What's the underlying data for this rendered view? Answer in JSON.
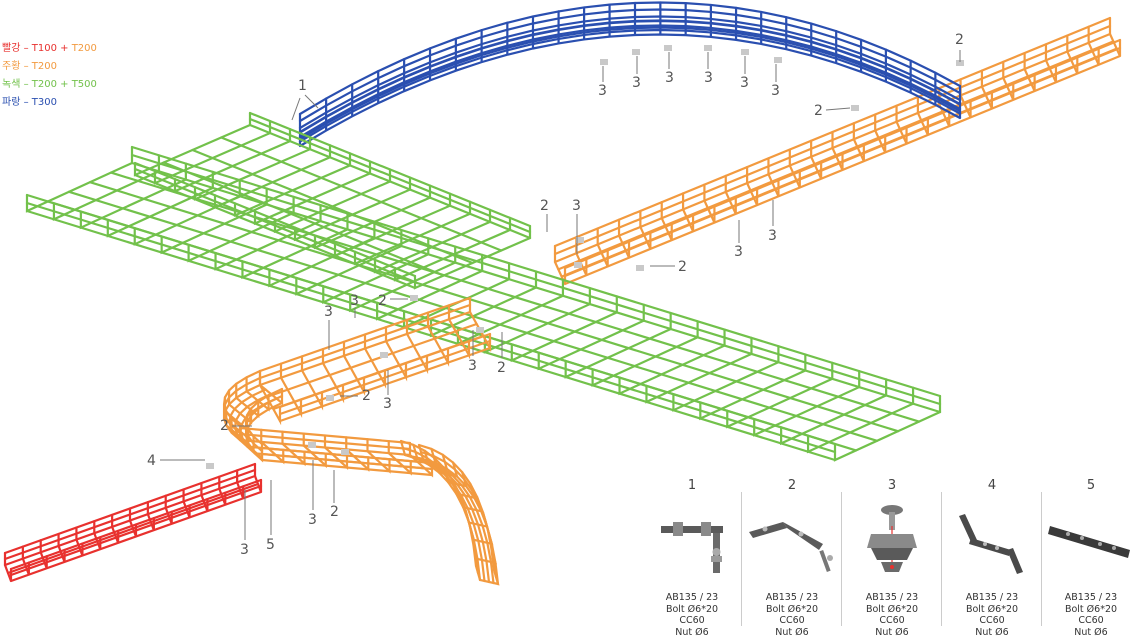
{
  "legend": {
    "items": [
      {
        "name": "빨강",
        "parts": [
          {
            "text": "빨강 – T100",
            "color": "#e8312e"
          },
          {
            "text": " + ",
            "color": "#e8312e"
          },
          {
            "text": "T200",
            "color": "#f29a3f"
          }
        ]
      },
      {
        "name": "주황",
        "parts": [
          {
            "text": "주황 – T200",
            "color": "#f29a3f"
          }
        ]
      },
      {
        "name": "녹색",
        "parts": [
          {
            "text": "녹색 – T200",
            "color": "#72c14b"
          },
          {
            "text": " + ",
            "color": "#72c14b"
          },
          {
            "text": "T500",
            "color": "#72c14b"
          }
        ]
      },
      {
        "name": "파랑",
        "parts": [
          {
            "text": "파랑 – T300",
            "color": "#2a4fb0"
          }
        ]
      }
    ]
  },
  "colors": {
    "red": "#e8312e",
    "orange": "#f29a3f",
    "green": "#72c14b",
    "blue": "#2a4fb0",
    "connector": "#c9c9c9",
    "label": "#555555"
  },
  "callouts": {
    "one": "1",
    "two": "2",
    "three": "3",
    "four": "4",
    "five": "5"
  },
  "parts": [
    {
      "number": "1",
      "icon": "bracket-clip-icon",
      "spec": [
        "AB135 / 23",
        "Bolt Ø6*20",
        "CC60",
        "Nut Ø6"
      ]
    },
    {
      "number": "2",
      "icon": "angled-splice-icon",
      "spec": [
        "AB135 / 23",
        "Bolt Ø6*20",
        "CC60",
        "Nut Ø6"
      ]
    },
    {
      "number": "3",
      "icon": "bolt-clamp-icon",
      "spec": [
        "AB135 / 23",
        "Bolt Ø6*20",
        "CC60",
        "Nut Ø6"
      ]
    },
    {
      "number": "4",
      "icon": "stepped-splice-icon",
      "spec": [
        "AB135 / 23",
        "Bolt Ø6*20",
        "CC60",
        "Nut Ø6"
      ]
    },
    {
      "number": "5",
      "icon": "straight-splice-icon",
      "spec": [
        "AB135 / 23",
        "Bolt Ø6*20",
        "CC60",
        "Nut Ø6"
      ]
    }
  ]
}
